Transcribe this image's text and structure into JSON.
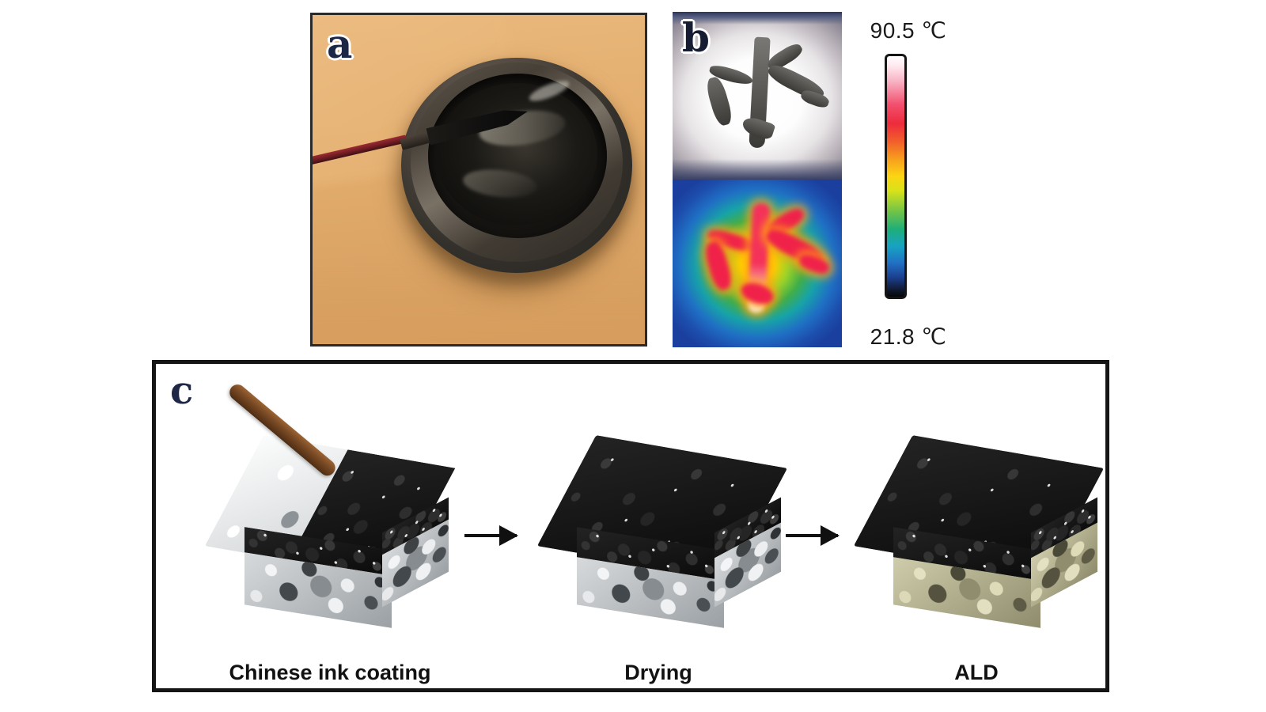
{
  "figure": {
    "panels": [
      {
        "id": "a",
        "label": "a",
        "caption": ""
      },
      {
        "id": "b",
        "label": "b",
        "caption": ""
      },
      {
        "id": "c",
        "label": "c",
        "caption": ""
      }
    ]
  },
  "panel_a": {
    "label": "a",
    "scene_items": {
      "inkstone": "inkstone-dish",
      "ink": "chinese-ink",
      "brush": "calligraphy-brush",
      "surface": "kraft-paper"
    }
  },
  "panel_b": {
    "label": "b",
    "optical_character": "水",
    "thermal_character": "水",
    "views": [
      "optical-photograph",
      "infrared-thermal-image"
    ]
  },
  "colorbar": {
    "max_label": "90.5 ℃",
    "min_label": "21.8 ℃",
    "max_value": 90.5,
    "min_value": 21.8,
    "unit": "℃",
    "colors": [
      "#ffffff",
      "#f2506f",
      "#ed2b3d",
      "#f7a11d",
      "#fbd513",
      "#6cc24a",
      "#17a3c2",
      "#2170c4",
      "#1b3f8f",
      "#050607"
    ]
  },
  "panel_c": {
    "label": "c",
    "steps": [
      {
        "id": "step-1",
        "caption": "Chinese ink coating",
        "foam_color": "#d7dadc",
        "ink_color": "#141414"
      },
      {
        "id": "step-2",
        "caption": "Drying",
        "foam_color": "#b9bcbe",
        "ink_color": "#141414"
      },
      {
        "id": "step-3",
        "caption": "ALD",
        "foam_color": "#aba888",
        "ink_color": "#141414"
      }
    ],
    "arrows": [
      "arrow-1",
      "arrow-2"
    ]
  }
}
